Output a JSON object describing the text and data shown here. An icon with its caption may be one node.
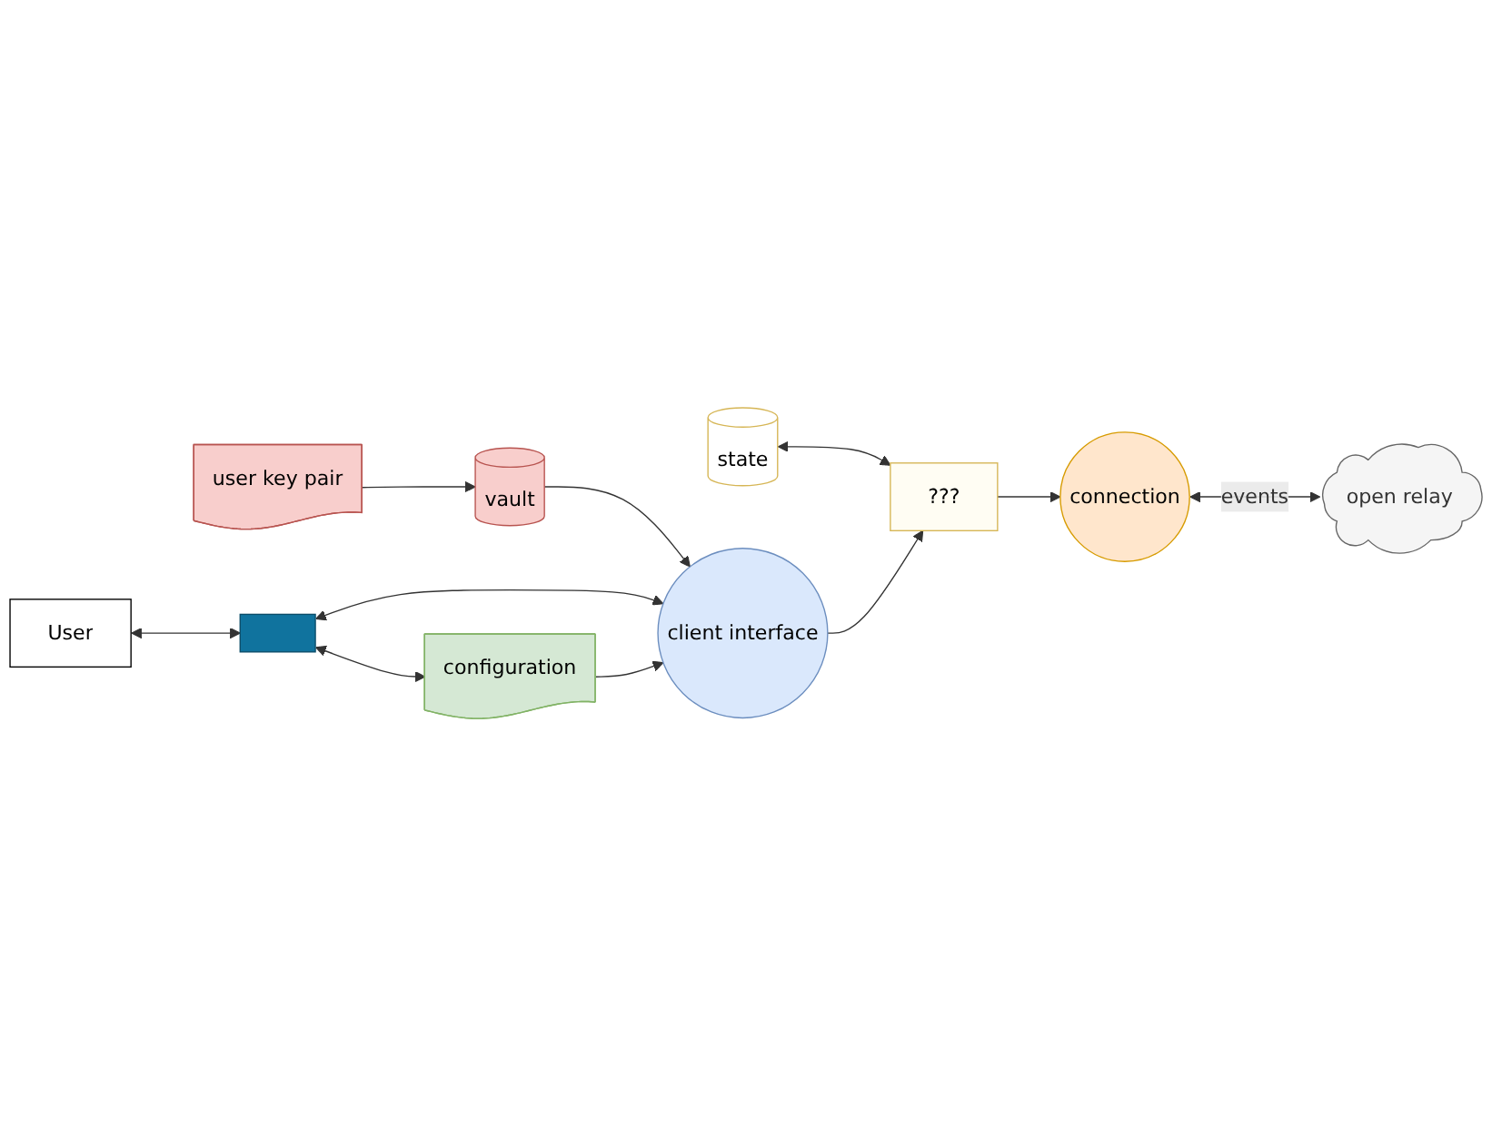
{
  "diagram": {
    "nodes": [
      {
        "text": [
          "user key pair"
        ]
      },
      {
        "text": [
          "vault"
        ]
      },
      {
        "text": [
          "state"
        ]
      },
      {
        "text": [
          "User"
        ]
      },
      {
        "text": [],
        "shape": "box"
      },
      {
        "text": [
          "client interface"
        ]
      },
      {
        "text": [
          "???"
        ]
      },
      {
        "text": [
          "connection"
        ]
      },
      {
        "text": [
          "open relay"
        ]
      },
      {
        "text": [
          "configuration"
        ]
      }
    ],
    "edges": [
      {
        "from": 0,
        "to": 1,
        "arrow": "to"
      },
      {
        "from": 3,
        "to": 4,
        "arrow": "both"
      },
      {
        "from": 4,
        "to": 5,
        "arrow": "both"
      },
      {
        "from": 4,
        "to": 9,
        "arrow": "both"
      },
      {
        "from": 1,
        "to": 5,
        "arrow": "to"
      },
      {
        "from": 9,
        "to": 5,
        "arrow": "to"
      },
      {
        "from": 5,
        "to": 6,
        "arrow": "to"
      },
      {
        "from": 2,
        "to": 6,
        "arrow": "both"
      },
      {
        "from": 6,
        "to": 7,
        "arrow": "to"
      },
      {
        "from": 7,
        "to": 8,
        "arrow": "both",
        "label": "events"
      }
    ]
  }
}
